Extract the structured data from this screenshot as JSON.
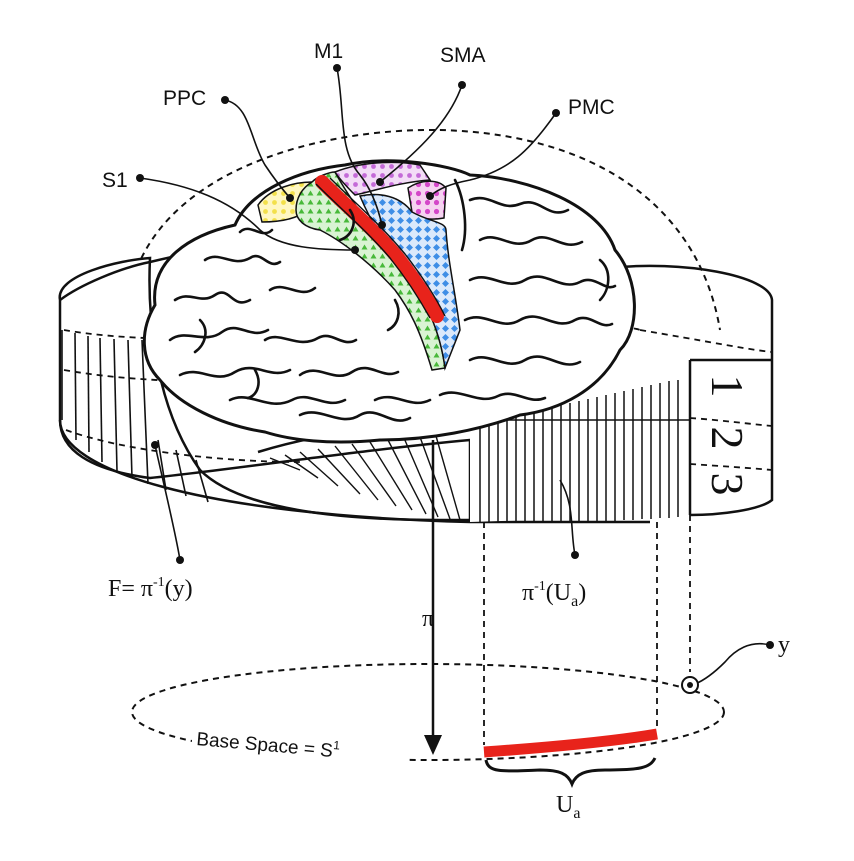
{
  "labels": {
    "m1": "M1",
    "sma": "SMA",
    "ppc": "PPC",
    "pmc": "PMC",
    "s1": "S1",
    "fiber_prefix": "F= π",
    "fiber_sup": "-1",
    "fiber_suffix": "(y)",
    "preimage_prefix": "π",
    "preimage_sup": "-1",
    "preimage_open": "(U",
    "preimage_sub": "a",
    "preimage_close": ")",
    "projection": "π",
    "y_point": "y",
    "base_space_prefix": "Base Space = S",
    "base_space_sup": "1",
    "ua_main": "U",
    "ua_sub": "a"
  },
  "band_numbers": [
    "1",
    "2",
    "3"
  ],
  "colors": {
    "m1_strip": "#e8231b",
    "ua_arc": "#e8231b",
    "ppc": "#f3e04a",
    "s1": "#48b93a",
    "sma": "#c46ad8",
    "pmc": "#d447c9",
    "blue_region": "#3f8ee6",
    "ink": "#111111"
  }
}
